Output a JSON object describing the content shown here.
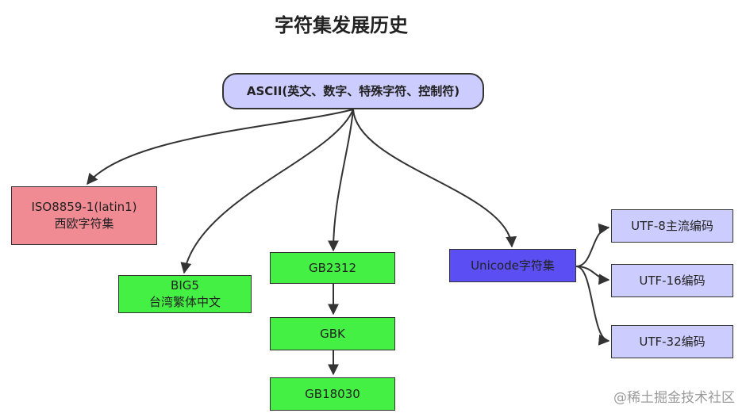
{
  "title": "字符集发展历史",
  "colors": {
    "root": "#ccccff",
    "iso": "#f08a93",
    "gb": "#44f044",
    "unicode": "#5b4ef2",
    "utf": "#ccccff",
    "edge": "#333333"
  },
  "nodes": {
    "root": "ASCII(英文、数字、特殊字符、控制符)",
    "iso_line1": "ISO8859-1(latin1)",
    "iso_line2": "西欧字符集",
    "big5_line1": "BIG5",
    "big5_line2": "台湾繁体中文",
    "gb2312": "GB2312",
    "gbk": "GBK",
    "gb18030": "GB18030",
    "unicode": "Unicode字符集",
    "utf8": "UTF-8主流编码",
    "utf16": "UTF-16编码",
    "utf32": "UTF-32编码"
  },
  "watermark": "@稀土掘金技术社区"
}
